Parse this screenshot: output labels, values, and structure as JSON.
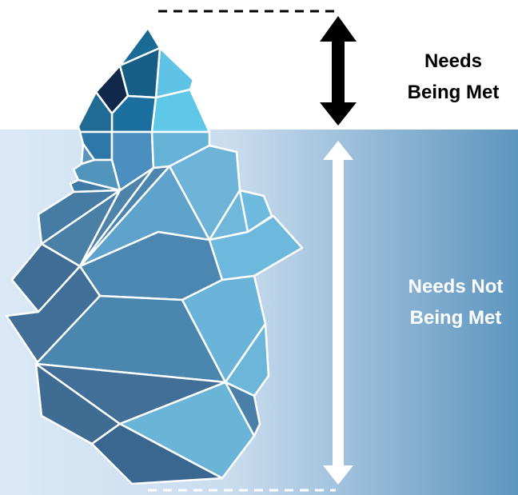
{
  "labels": {
    "above_line_1": "Needs",
    "above_line_2": "Being Met",
    "below_line_1": "Needs Not",
    "below_line_2": "Being Met"
  },
  "colors": {
    "water_left": "#dbe9f6",
    "water_right": "#5e96c0",
    "facet_outline": "#ffffff",
    "top_arrow": "#000000",
    "bottom_arrow": "#ffffff"
  }
}
